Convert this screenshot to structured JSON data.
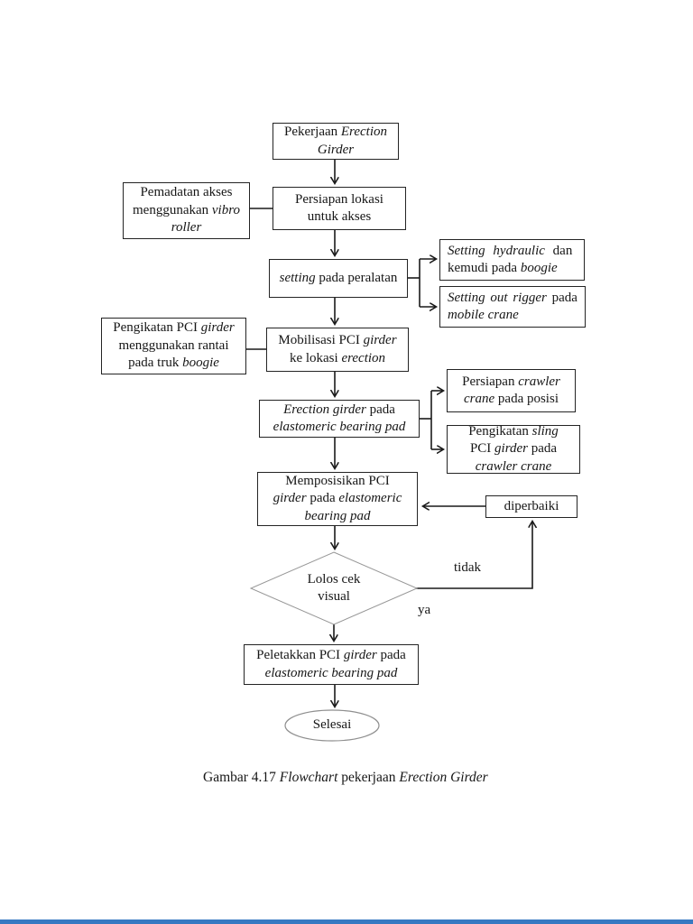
{
  "page": {
    "background": "#ffffff",
    "footer_bar_color": "#3779c2",
    "line_color": "#1a1a1a",
    "shape_soft_stroke": "#979797"
  },
  "caption": {
    "segments": [
      "Gambar 4.17 ",
      "Flowchart",
      " pekerjaan ",
      "Erection Girder"
    ]
  },
  "edge_labels": {
    "tidak": "tidak",
    "ya": "ya"
  },
  "nodes": {
    "start": {
      "shape": "rect",
      "segments": [
        "Pekerjaan ",
        "Erection",
        "Girder"
      ]
    },
    "pemadatan": {
      "shape": "rect",
      "segments": [
        "Pemadatan akses",
        "menggunakan ",
        "vibro",
        "roller"
      ]
    },
    "persiapan": {
      "shape": "rect",
      "segments": [
        "Persiapan lokasi",
        "untuk akses"
      ]
    },
    "setting": {
      "shape": "rect",
      "segments": [
        "setting",
        " pada peralatan"
      ]
    },
    "set_hydraulic": {
      "shape": "rect",
      "segments": [
        "Setting hydraulic",
        " dan",
        "kemudi pada ",
        "boogie"
      ]
    },
    "set_outrigger": {
      "shape": "rect",
      "segments": [
        "Setting out rigger",
        " pada",
        "mobile crane"
      ]
    },
    "pengikatan_truk": {
      "shape": "rect",
      "segments": [
        "Pengikatan PCI ",
        "girder",
        "menggunakan rantai",
        "pada truk ",
        "boogie"
      ]
    },
    "mobilisasi": {
      "shape": "rect",
      "segments": [
        "Mobilisasi PCI ",
        "girder",
        "ke lokasi ",
        "erection"
      ]
    },
    "erection": {
      "shape": "rect",
      "segments": [
        "Erection girder",
        " pada",
        "elastomeric bearing pad"
      ]
    },
    "persiapan_crawler": {
      "shape": "rect",
      "segments": [
        "Persiapan ",
        "crawler",
        "crane",
        " pada posisi"
      ]
    },
    "pengikatan_sling": {
      "shape": "rect",
      "segments": [
        "Pengikatan ",
        "sling",
        "PCI ",
        "girder",
        " pada",
        "crawler crane"
      ]
    },
    "memposisikan": {
      "shape": "rect",
      "segments": [
        "Memposisikan PCI",
        "girder",
        " pada ",
        "elastomeric",
        "bearing pad"
      ]
    },
    "diperbaiki": {
      "shape": "rect",
      "segments": [
        "diperbaiki"
      ]
    },
    "decision": {
      "shape": "diamond",
      "segments": [
        "Lolos cek",
        "visual"
      ]
    },
    "peletakkan": {
      "shape": "rect",
      "segments": [
        "Peletakkan PCI ",
        "girder",
        " pada",
        "elastomeric bearing pad"
      ]
    },
    "selesai": {
      "shape": "ellipse",
      "segments": [
        "Selesai"
      ]
    }
  }
}
